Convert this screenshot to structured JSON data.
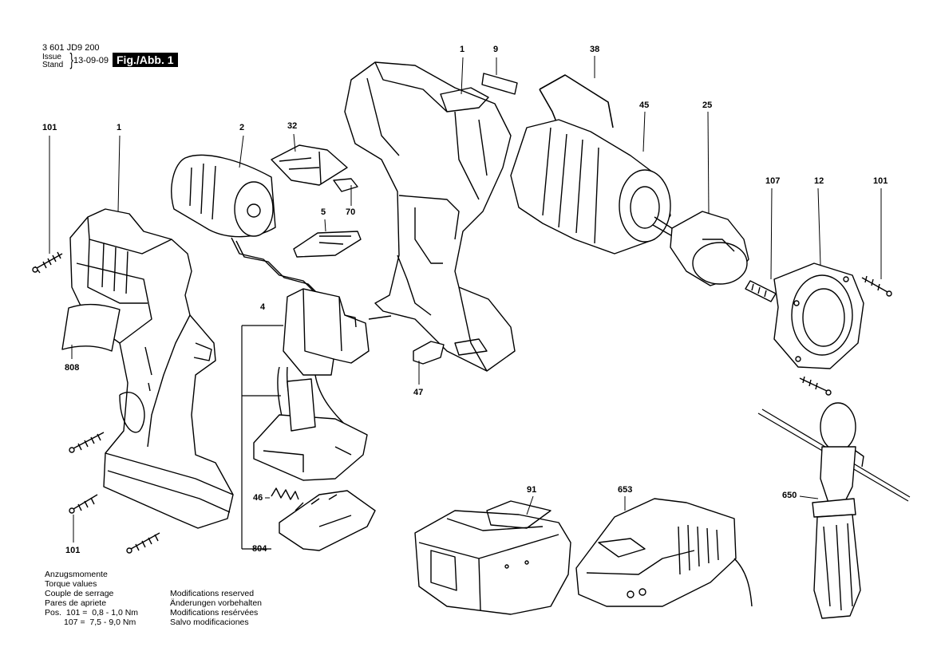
{
  "header": {
    "part_number": "3 601 JD9 200",
    "issue_label": "Issue",
    "stand_label": "Stand",
    "date": "13-09-09",
    "figure_label": "Fig./Abb. 1"
  },
  "callouts": {
    "p1_left": "1",
    "p1_top": "1",
    "p2": "2",
    "p4": "4",
    "p5": "5",
    "p9": "9",
    "p12": "12",
    "p25": "25",
    "p32": "32",
    "p38": "38",
    "p45": "45",
    "p46": "46",
    "p47": "47",
    "p70": "70",
    "p91": "91",
    "p101_tl": "101",
    "p101_bl": "101",
    "p101_r": "101",
    "p107": "107",
    "p650": "650",
    "p653": "653",
    "p804": "804",
    "p808": "808"
  },
  "torque": {
    "lines": [
      "Anzugsmomente",
      "Torque values",
      "Couple de serrage",
      "Pares de apriete"
    ],
    "pos_label": "Pos.",
    "row1_pos": "101",
    "row1_value": "0,8 - 1,0 Nm",
    "row2_pos": "107",
    "row2_value": "7,5 - 9,0 Nm"
  },
  "modifications": [
    "Modifications reserved",
    "Änderungen vorbehalten",
    "Modifications resérvées",
    "Salvo modificaciones"
  ]
}
